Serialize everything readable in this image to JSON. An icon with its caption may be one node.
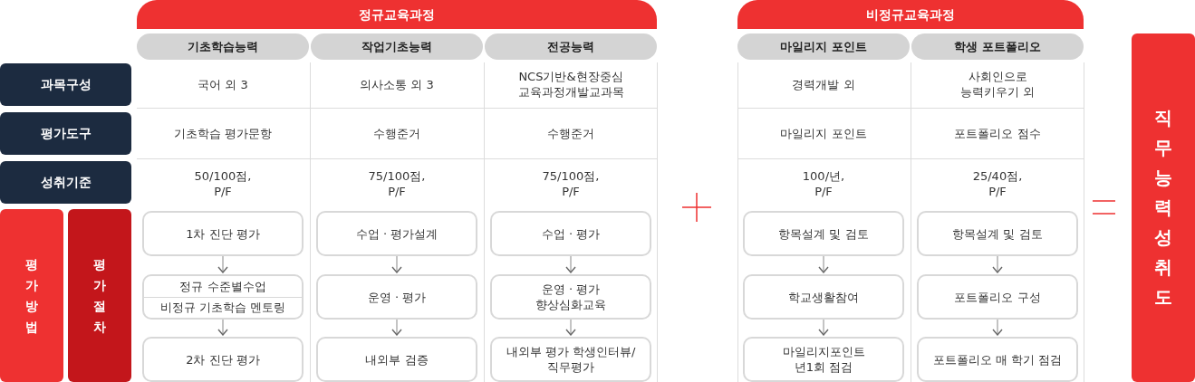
{
  "diagram": {
    "nodes": [
      {
        "text": [
          "정규교육과정"
        ]
      },
      {
        "text": [
          "비정규교육과정"
        ]
      },
      {
        "text": [
          "기초학습능력"
        ]
      },
      {
        "text": [
          "작업기초능력"
        ]
      },
      {
        "text": [
          "전공능력"
        ]
      },
      {
        "text": [
          "마일리지 포인트"
        ]
      },
      {
        "text": [
          "학생 포트폴리오"
        ]
      },
      {
        "text": [
          "직무능력성취도"
        ]
      },
      {
        "text": [
          "과목구성"
        ]
      },
      {
        "text": [
          "평가도구"
        ]
      },
      {
        "text": [
          "성취기준"
        ]
      },
      {
        "text": [
          "평가방법"
        ]
      },
      {
        "text": [
          "평가절차"
        ]
      },
      {
        "text": [
          "1차 진단 평가"
        ]
      },
      {
        "text": [
          "정규 수준별수업",
          "비정규 기초학습 멘토링"
        ]
      },
      {
        "text": [
          "2차 진단 평가"
        ]
      },
      {
        "text": [
          "수업 · 평가설계"
        ]
      },
      {
        "text": [
          "운영 · 평가"
        ]
      },
      {
        "text": [
          "내외부 검증"
        ]
      },
      {
        "text": [
          "수업 · 평가"
        ]
      },
      {
        "text": [
          "운영 · 평가 향상심화교육"
        ]
      },
      {
        "text": [
          "내외부 평가 학생인터뷰/직무평가"
        ]
      },
      {
        "text": [
          "항목설계 및 검토"
        ]
      },
      {
        "text": [
          "학교생활참여"
        ]
      },
      {
        "text": [
          "마일리지포인트 년1회 점검"
        ]
      },
      {
        "text": [
          "항목설계 및 검토"
        ]
      },
      {
        "text": [
          "포트폴리오 구성"
        ]
      },
      {
        "text": [
          "포트폴리오 매 학기 점검"
        ]
      }
    ],
    "edges": [
      {
        "from": 13,
        "to": 14,
        "arrow": "to"
      },
      {
        "from": 14,
        "to": 15,
        "arrow": "to"
      },
      {
        "from": 16,
        "to": 17,
        "arrow": "to"
      },
      {
        "from": 17,
        "to": 18,
        "arrow": "to"
      },
      {
        "from": 19,
        "to": 20,
        "arrow": "to"
      },
      {
        "from": 20,
        "to": 21,
        "arrow": "to"
      },
      {
        "from": 22,
        "to": 23,
        "arrow": "to"
      },
      {
        "from": 23,
        "to": 24,
        "arrow": "to"
      },
      {
        "from": 25,
        "to": 26,
        "arrow": "to"
      },
      {
        "from": 26,
        "to": 27,
        "arrow": "to"
      }
    ],
    "labels": [
      "국어 외 3",
      "의사소통 외 3",
      "NCS기반&현장중심 교육과정개발교과목",
      "경력개발 외",
      "사회인으로 능력키우기 외",
      "기초학습 평가문항",
      "수행준거",
      "수행준거",
      "마일리지 포인트",
      "포트폴리오 점수",
      "50/100점, P/F",
      "75/100점, P/F",
      "75/100점, P/F",
      "100/년, P/F",
      "25/40점, P/F"
    ]
  }
}
